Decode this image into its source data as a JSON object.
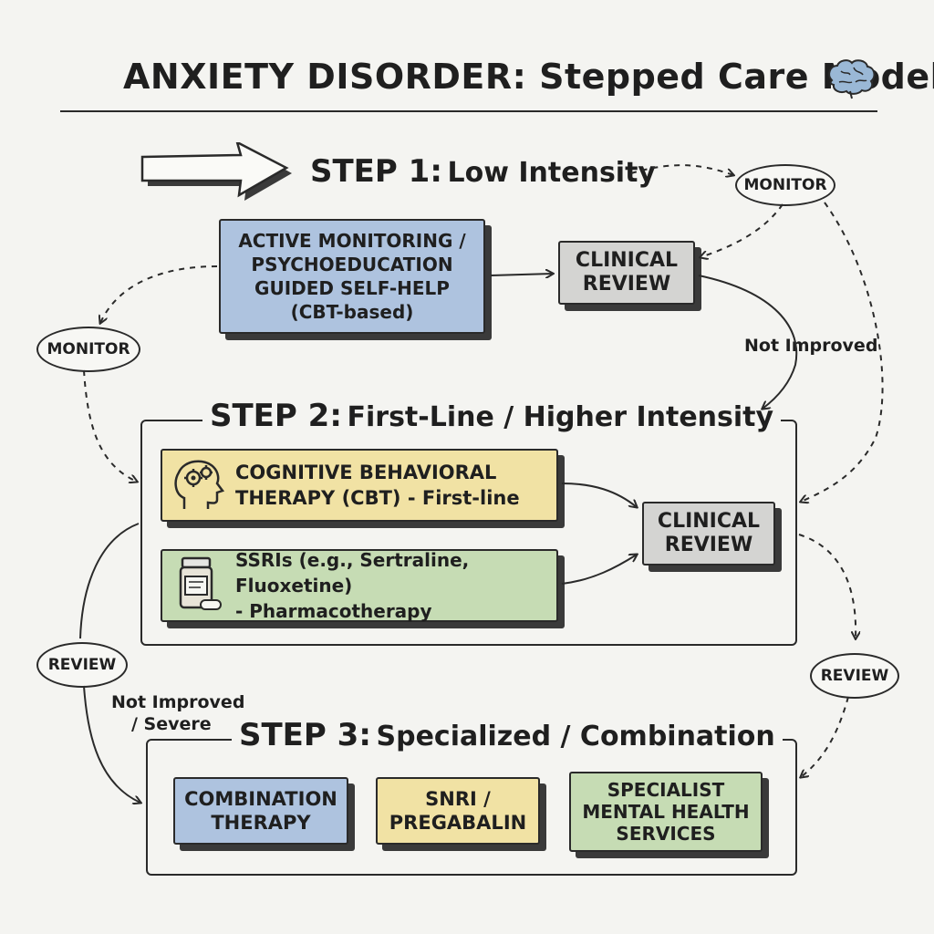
{
  "title": "ANXIETY DISORDER: Stepped Care Model",
  "step1": {
    "number": "STEP 1:",
    "subtitle": "Low Intensity",
    "box_lines": [
      "ACTIVE MONITORING /",
      "PSYCHOEDUCATION",
      "GUIDED SELF-HELP",
      "(CBT-based)"
    ],
    "review": [
      "CLINICAL",
      "REVIEW"
    ],
    "monitor_top": "MONITOR",
    "monitor_left": "MONITOR",
    "not_improved": "Not Improved"
  },
  "step2": {
    "number": "STEP 2:",
    "subtitle": "First-Line / Higher Intensity",
    "cbt_lines": [
      "COGNITIVE BEHAVIORAL",
      "THERAPY (CBT) - First-line"
    ],
    "ssri_lines": [
      "SSRIs (e.g., Sertraline, Fluoxetine)",
      "- Pharmacotherapy"
    ],
    "review": [
      "CLINICAL",
      "REVIEW"
    ],
    "review_left": "REVIEW",
    "review_right": "REVIEW",
    "not_improved_lines": [
      "Not Improved",
      "/ Severe"
    ]
  },
  "step3": {
    "number": "STEP 3:",
    "subtitle": "Specialized / Combination",
    "combination": [
      "COMBINATION",
      "THERAPY"
    ],
    "snri": [
      "SNRI /",
      "PREGABALIN"
    ],
    "specialist": [
      "SPECIALIST",
      "MENTAL HEALTH",
      "SERVICES"
    ]
  },
  "icons": {
    "title_icon": "brain-icon",
    "cbt_icon": "head-gears-icon",
    "ssri_icon": "pill-bottle-icon",
    "step1_arrow": "right-arrow-icon"
  },
  "colors": {
    "blue": "#aec3df",
    "yellow": "#f1e2a4",
    "green": "#c6dcb4",
    "gray": "#d4d4d2"
  }
}
